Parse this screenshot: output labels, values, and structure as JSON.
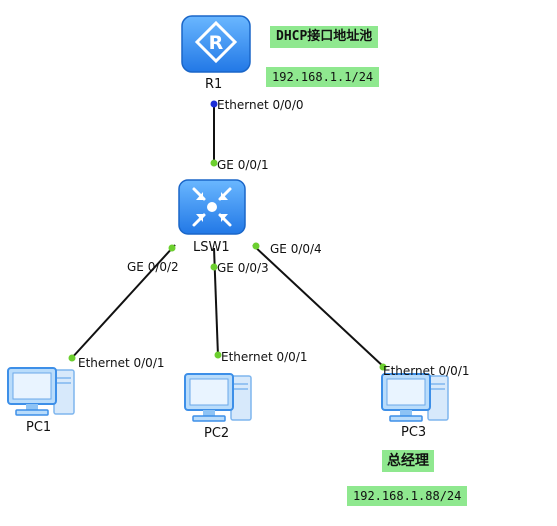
{
  "colors": {
    "link": "#111111",
    "port_up": "#6ccf2f",
    "port_blue": "#1c2fd6",
    "device_blue": "#2f8cf0",
    "note_bg": "#8fe88f"
  },
  "devices": {
    "router": {
      "name": "R1",
      "icon": "router-icon"
    },
    "switch": {
      "name": "LSW1",
      "icon": "switch-icon"
    },
    "pc1": {
      "name": "PC1",
      "icon": "pc-icon"
    },
    "pc2": {
      "name": "PC2",
      "icon": "pc-icon"
    },
    "pc3": {
      "name": "PC3",
      "icon": "pc-icon"
    }
  },
  "ports": {
    "r1_eth": "Ethernet 0/0/0",
    "sw_ge1": "GE 0/0/1",
    "sw_ge2": "GE 0/0/2",
    "sw_ge3": "GE 0/0/3",
    "sw_ge4": "GE 0/0/4",
    "pc1_eth": "Ethernet 0/0/1",
    "pc2_eth": "Ethernet 0/0/1",
    "pc3_eth": "Ethernet 0/0/1"
  },
  "notes": {
    "dhcp_pool_title": "DHCP接口地址池",
    "dhcp_pool_ip": "192.168.1.1/24",
    "manager_title": "总经理",
    "manager_ip": "192.168.1.88/24"
  }
}
